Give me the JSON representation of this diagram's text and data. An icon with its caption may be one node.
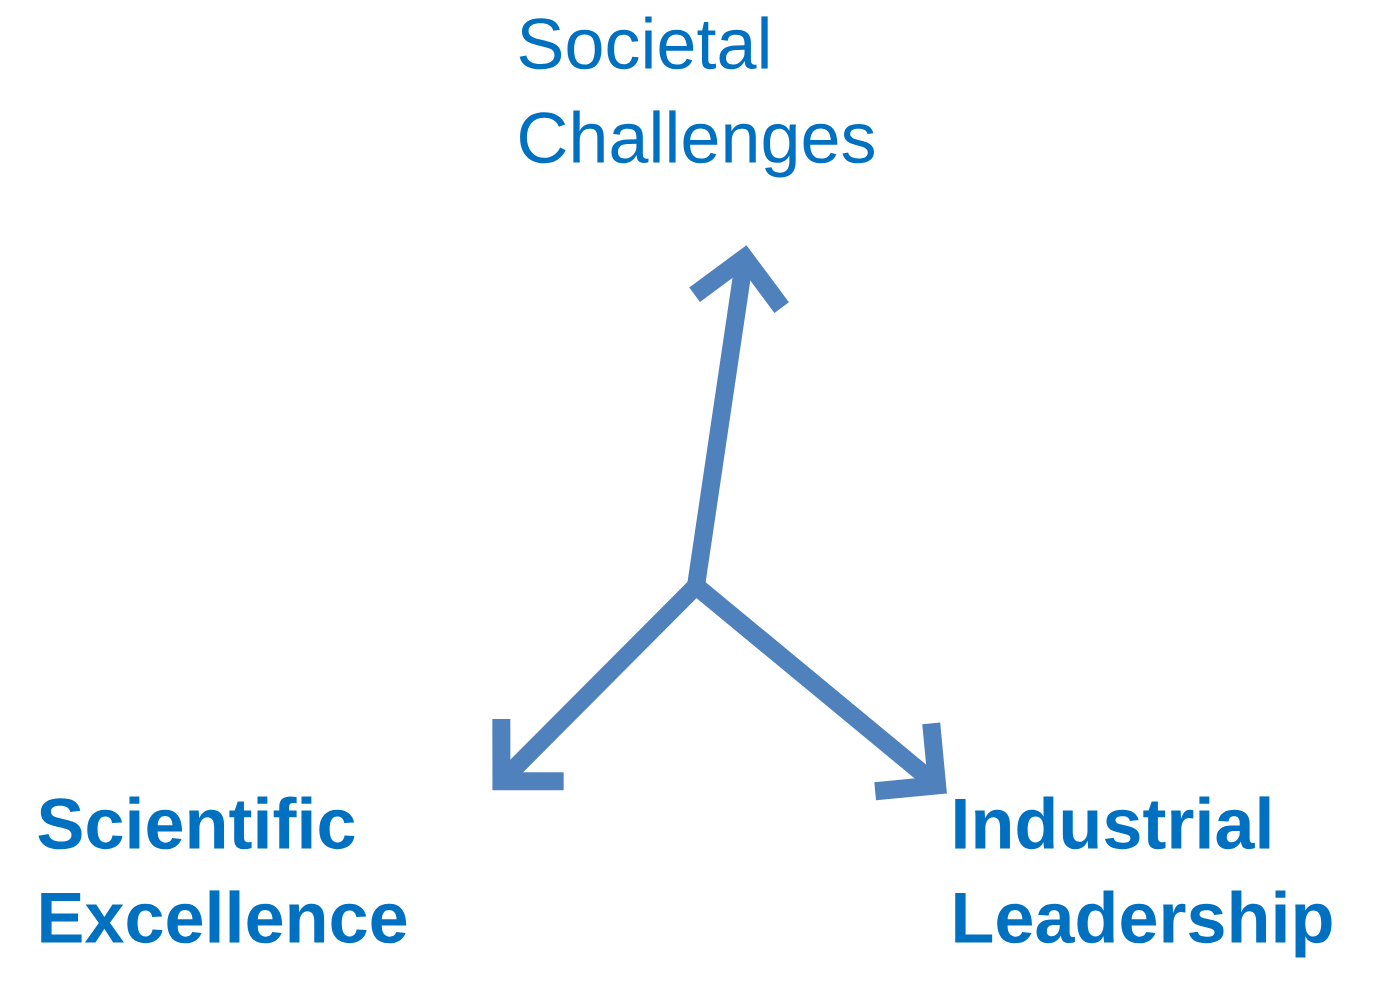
{
  "diagram": {
    "nodes": [
      {
        "text": [
          "Societal Challenges"
        ]
      },
      {
        "text": [
          "Scientific Excellence"
        ]
      },
      {
        "text": [
          "Industrial Leadership"
        ]
      }
    ],
    "edges": [
      {
        "from": null,
        "to": 0,
        "arrow": "to"
      },
      {
        "from": null,
        "to": 1,
        "arrow": "to"
      },
      {
        "from": null,
        "to": 2,
        "arrow": "to"
      }
    ]
  }
}
